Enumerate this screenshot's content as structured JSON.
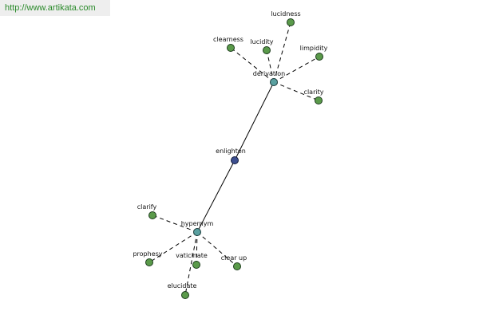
{
  "watermark": "http://www.artikata.com",
  "center": {
    "label": "enlighten"
  },
  "hubs": {
    "derivation": {
      "label": "derivation"
    },
    "hypernym": {
      "label": "hypernym"
    }
  },
  "leaves": {
    "lucidness": "lucidness",
    "clearness": "clearness",
    "lucidity": "lucidity",
    "limpidity": "limpidity",
    "clarity": "clarity",
    "clarify": "clarify",
    "prophesy": "prophesy",
    "vaticinate": "vaticinate",
    "clear_up": "clear up",
    "elucidate": "elucidate"
  },
  "colors": {
    "leaf": "#5a9a4a",
    "hub": "#5aa0a0",
    "center": "#3d4f8f",
    "watermark_text": "#2a8a2a"
  }
}
